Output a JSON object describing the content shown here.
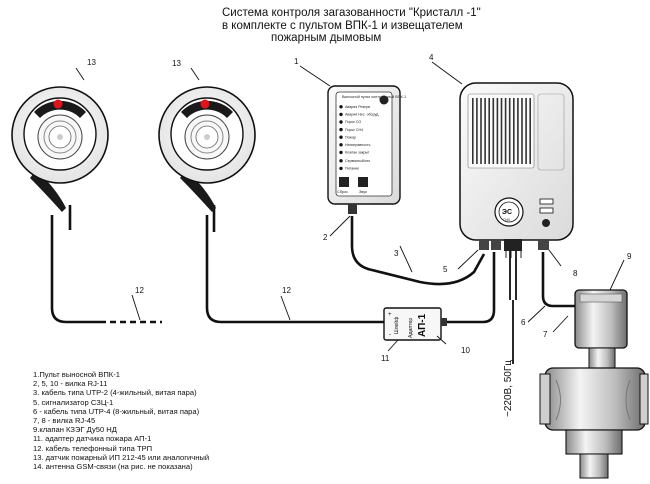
{
  "title": {
    "line1": "Система контроля загазованности \"Кристалл -1\"",
    "line2": "в комплекте с пультом ВПК-1 и извещателем",
    "line3": "пожарным дымовым"
  },
  "callouts": {
    "n1": "1",
    "n2": "2",
    "n3": "3",
    "n4": "4",
    "n5": "5",
    "n6": "6",
    "n7": "7",
    "n8": "8",
    "n9": "9",
    "n10": "10",
    "n11": "11",
    "n12a": "12",
    "n12b": "12",
    "n13a": "13",
    "n13b": "13"
  },
  "panel": {
    "header": "Выносной пульт контрольный ВПК-1",
    "indicators": [
      "Авария Резерв",
      "Авария Нес. оборуд.",
      "Порог СО",
      "Порог СН4",
      "Пожар",
      "Неисправность",
      "Клапан закрыт"
    ],
    "indicators2": [
      "Сервисный/отк",
      "Питание"
    ],
    "btn_left": "Сброс",
    "btn_right": "Звук"
  },
  "detector": {
    "logo": "ЭС",
    "logo_sub": "СН4"
  },
  "adapter": {
    "word": "Адаптер",
    "model": "АП-1",
    "plus": "+",
    "minus": "-",
    "shleif": "Шлейф"
  },
  "power_label": "~220В, 50Гц",
  "legend": [
    "1.Пульт выносной ВПК-1",
    "2, 5, 10 - вилка  RJ-11",
    "3. кабель типа    UTP-2  (4-жильный, витая пара)",
    "5. сигнализатор СЗЦ-1",
    "6 - кабель типа  UTP-4 (8-жильный, витая пара)",
    "7, 8 - вилка RJ-45",
    "9.клапан КЗЭГ Ду50 НД",
    "11. адаптер датчика пожара АП-1",
    "12. кабель телефонный типа ТРП",
    "13. датчик пожарный ИП 212-45 или аналогичный",
    "14. антенна GSM-связи (на рис. не показана)"
  ]
}
